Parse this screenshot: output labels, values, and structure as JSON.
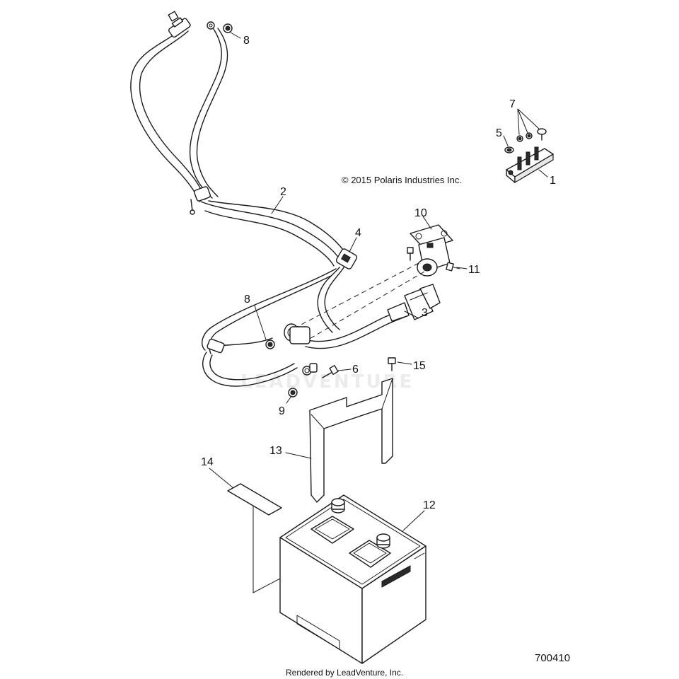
{
  "copyright": "© 2015 Polaris Industries Inc.",
  "drawing_number": "700410",
  "footer": "Rendered by LeadVenture, Inc.",
  "watermark": "LEADVENTURE",
  "callouts": {
    "c1": "1",
    "c2": "2",
    "c3": "3",
    "c4": "4",
    "c5": "5",
    "c6": "6",
    "c7": "7",
    "c8a": "8",
    "c8b": "8",
    "c9": "9",
    "c10": "10",
    "c11": "11",
    "c12": "12",
    "c13": "13",
    "c14": "14",
    "c15": "15"
  }
}
